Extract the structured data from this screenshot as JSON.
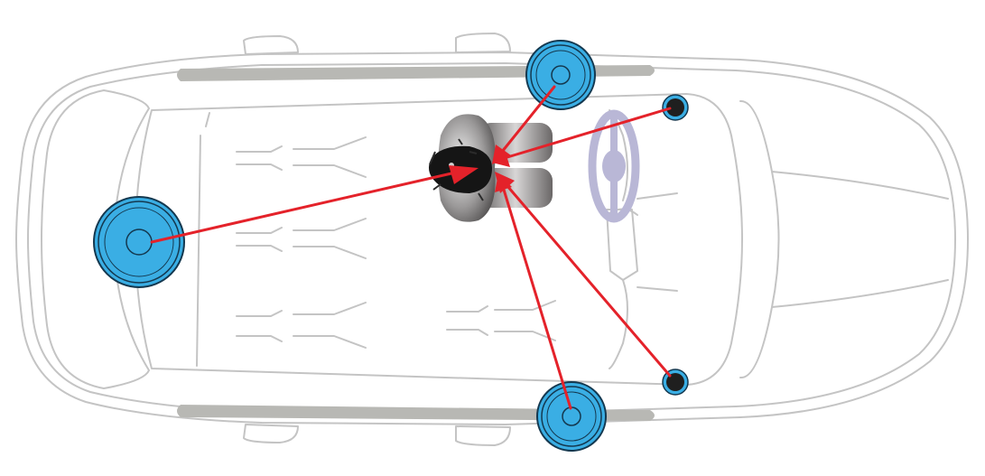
{
  "diagram": {
    "subject": "car",
    "view": "top-down",
    "listener": "driver-head",
    "speakers": [
      {
        "name": "rear-woofer",
        "type": "woofer"
      },
      {
        "name": "front-left-door-woofer",
        "type": "woofer"
      },
      {
        "name": "front-right-door-woofer",
        "type": "woofer"
      },
      {
        "name": "left-dash-tweeter",
        "type": "tweeter"
      },
      {
        "name": "right-dash-tweeter",
        "type": "tweeter"
      }
    ],
    "colors": {
      "outline": "#c4c4c4",
      "sill": "#b8b8b4",
      "woofer_fill": "#3aaee4",
      "woofer_stroke": "#14384f",
      "tweeter_fill": "#1f1f1f",
      "tweeter_ring": "#3aaee4",
      "arrow": "#e4222a",
      "steering_wheel": "#b9b7d6",
      "seat": "#7a7878",
      "hair": "#151515"
    }
  }
}
